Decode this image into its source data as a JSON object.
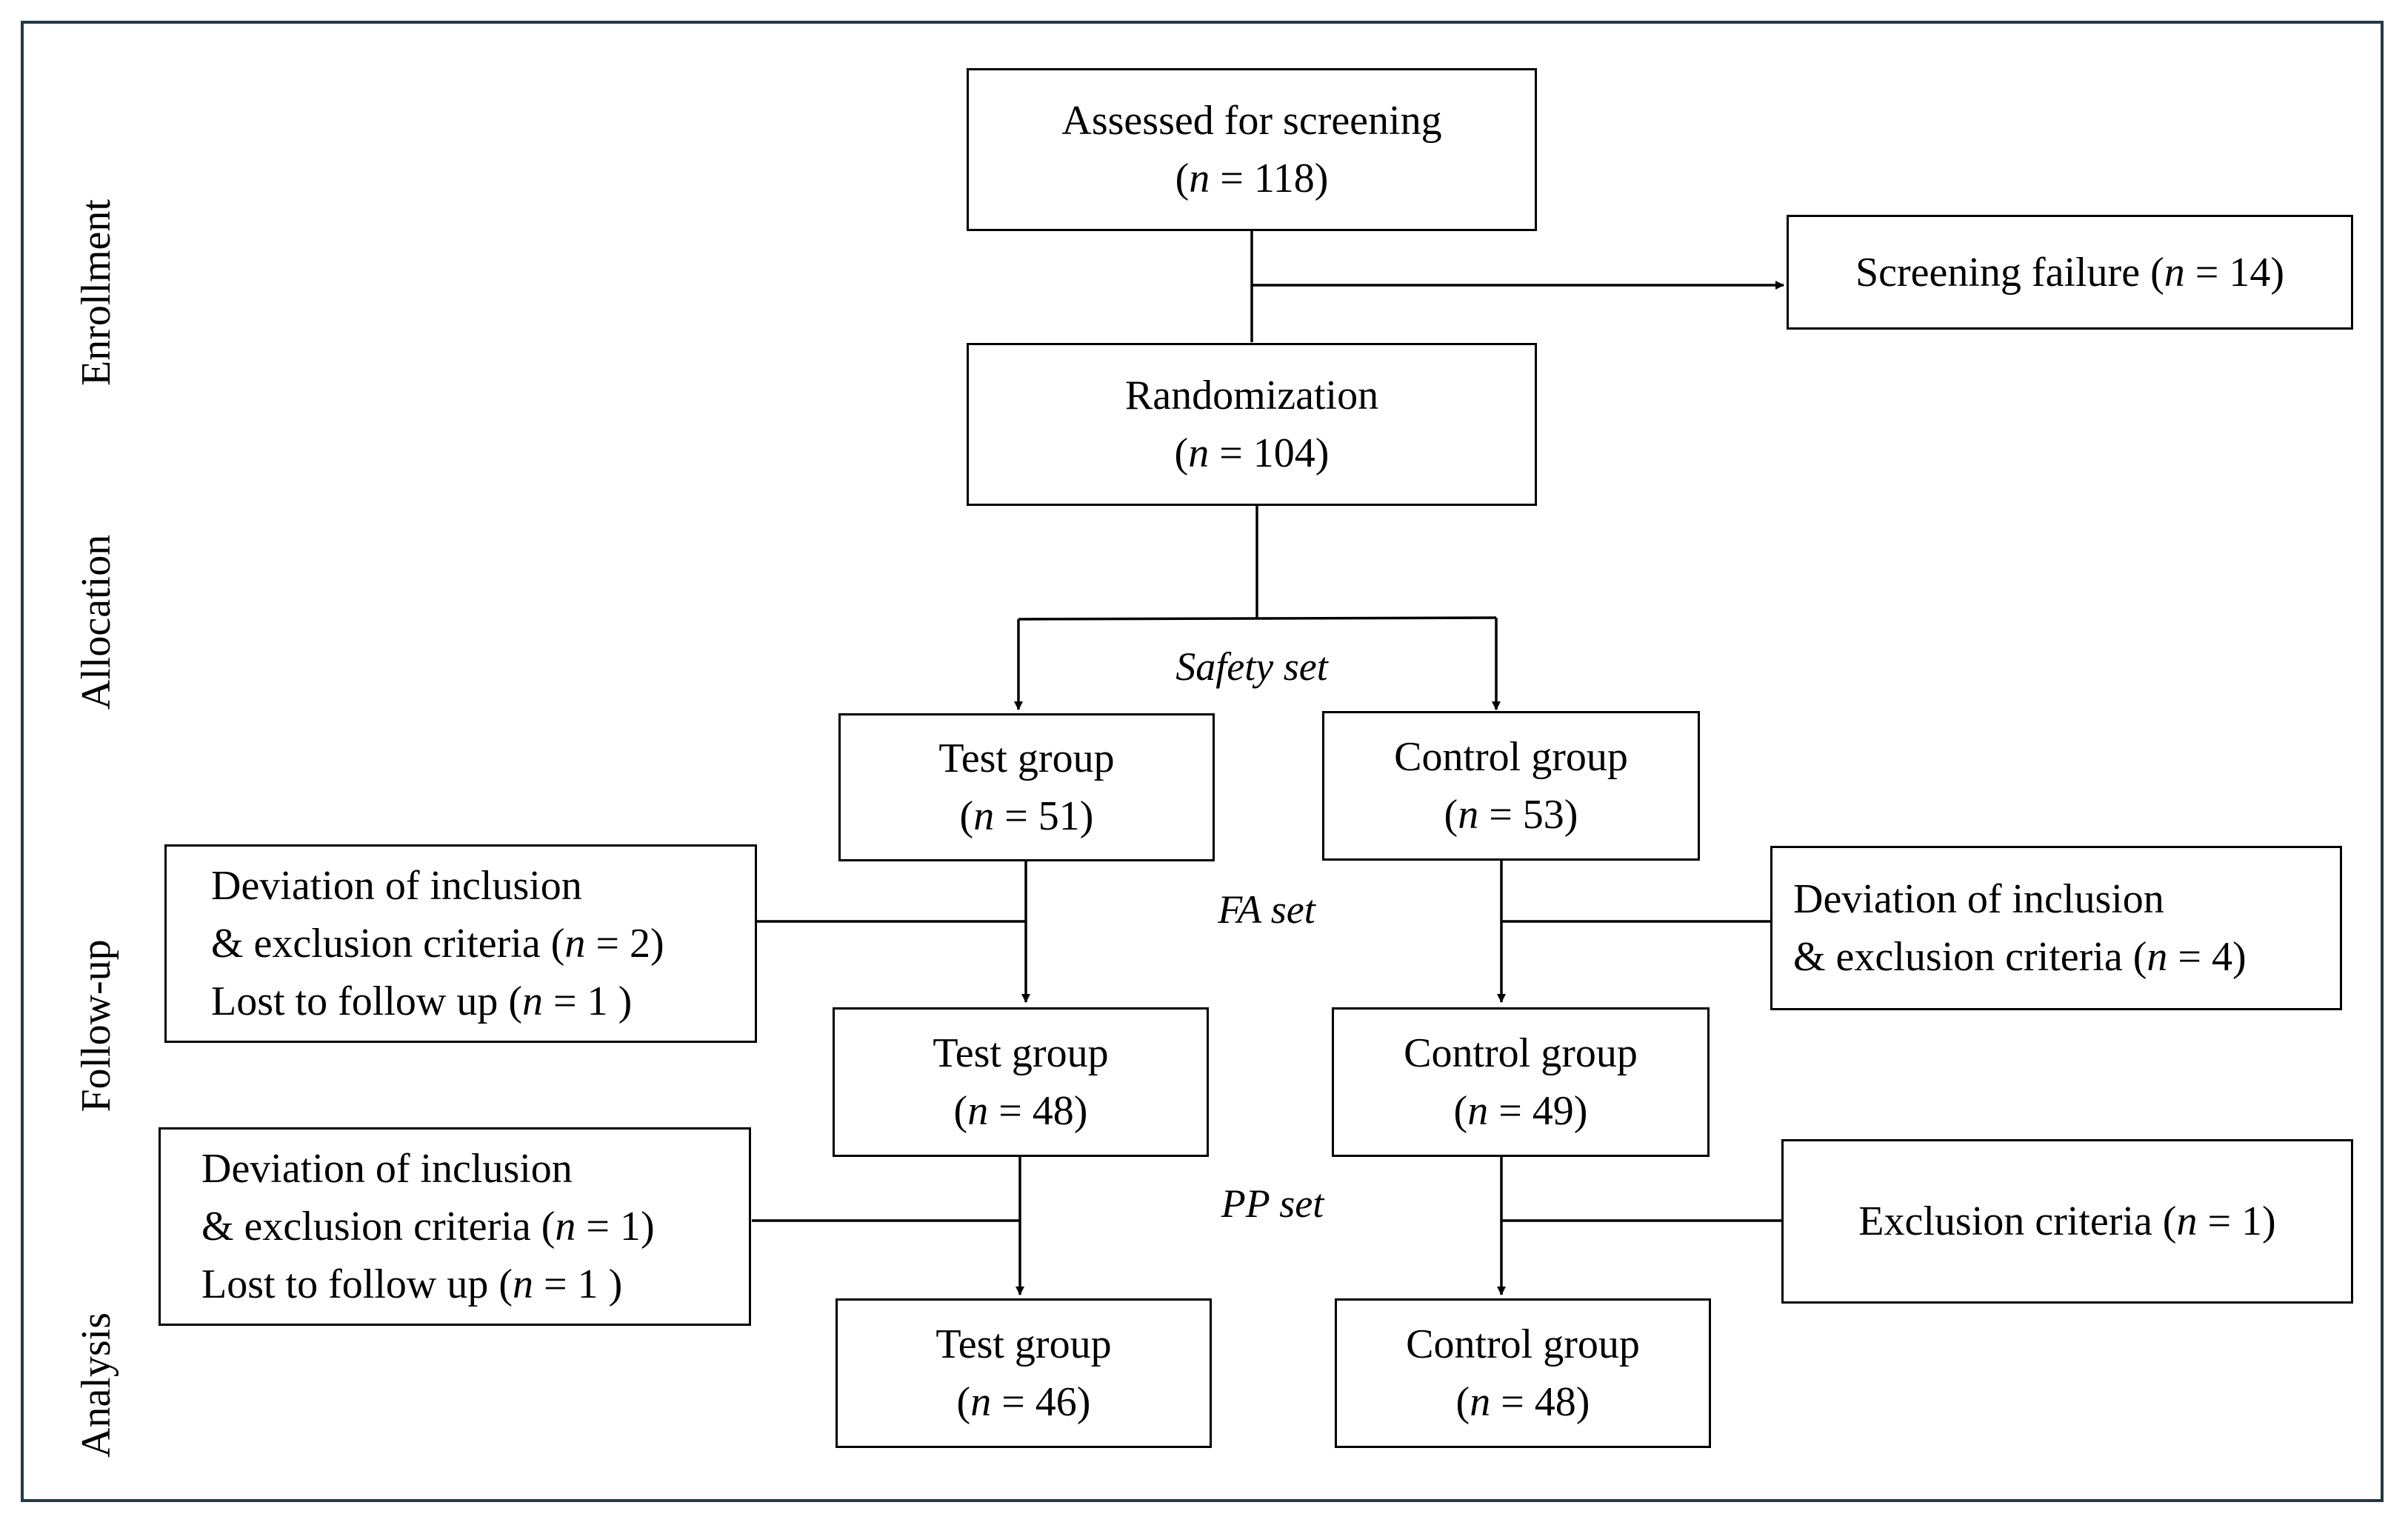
{
  "stages": {
    "enrollment": "Enrollment",
    "allocation": "Allocation",
    "follow_up": "Follow-up",
    "analysis": "Analysis"
  },
  "sets": {
    "safety": "Safety set",
    "fa": "FA set",
    "pp": "PP set"
  },
  "n_symbol": "n",
  "eq": " = ",
  "boxes": {
    "assessed": {
      "title": "Assessed for screening",
      "n": "118"
    },
    "screening_failure": {
      "title": "Screening failure",
      "n": " 14"
    },
    "randomization": {
      "title": "Randomization",
      "n": "104"
    },
    "test_safety": {
      "title": "Test group",
      "n": "51"
    },
    "control_safety": {
      "title": "Control group",
      "n": "53"
    },
    "test_fa": {
      "title": "Test group",
      "n": "48"
    },
    "control_fa": {
      "title": "Control group",
      "n": "49"
    },
    "test_pp": {
      "title": "Test group",
      "n": "46"
    },
    "control_pp": {
      "title": "Control group",
      "n": "48"
    },
    "excl_test_fa": {
      "line1": "Deviation of inclusion",
      "line2": "& exclusion criteria",
      "line2_n": "2",
      "line3": "Lost to follow up",
      "line3_n": "1 "
    },
    "excl_control_fa": {
      "line1": "Deviation of inclusion",
      "line2": "& exclusion criteria",
      "line2_n": "4"
    },
    "excl_test_pp": {
      "line1": "Deviation of inclusion",
      "line2": "& exclusion criteria",
      "line2_n": "1",
      "line3": "Lost to follow up",
      "line3_n": "1 "
    },
    "excl_control_pp": {
      "line1": "Exclusion criteria",
      "line1_n": "1"
    }
  }
}
